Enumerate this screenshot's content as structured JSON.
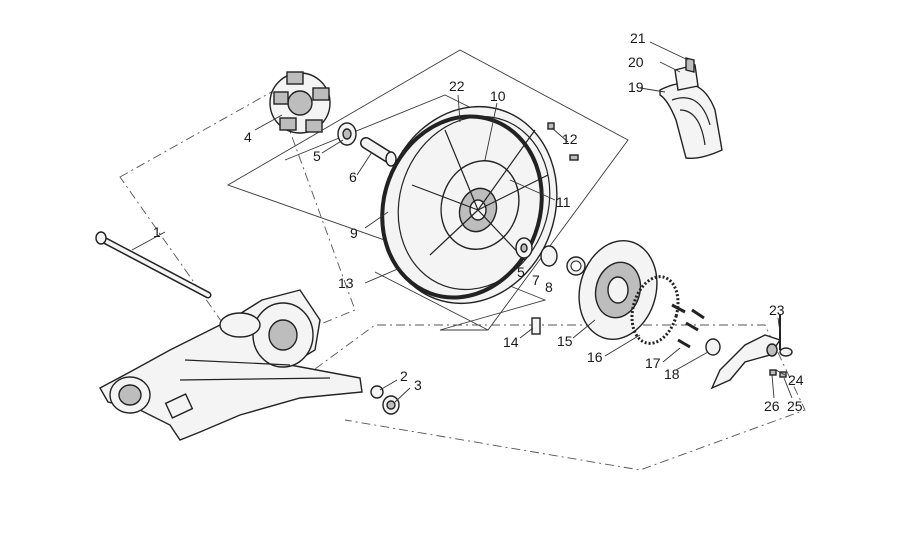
{
  "diagram": {
    "callouts": [
      {
        "id": "1",
        "text": "1"
      },
      {
        "id": "2",
        "text": "2"
      },
      {
        "id": "3",
        "text": "3"
      },
      {
        "id": "4",
        "text": "4"
      },
      {
        "id": "5a",
        "text": "5"
      },
      {
        "id": "5b",
        "text": "5"
      },
      {
        "id": "6",
        "text": "6"
      },
      {
        "id": "7",
        "text": "7"
      },
      {
        "id": "8",
        "text": "8"
      },
      {
        "id": "9",
        "text": "9"
      },
      {
        "id": "10",
        "text": "10"
      },
      {
        "id": "11",
        "text": "11"
      },
      {
        "id": "12",
        "text": "12"
      },
      {
        "id": "13",
        "text": "13"
      },
      {
        "id": "14",
        "text": "14"
      },
      {
        "id": "15",
        "text": "15"
      },
      {
        "id": "16",
        "text": "16"
      },
      {
        "id": "17",
        "text": "17"
      },
      {
        "id": "18",
        "text": "18"
      },
      {
        "id": "19",
        "text": "19"
      },
      {
        "id": "20",
        "text": "20"
      },
      {
        "id": "21",
        "text": "21"
      },
      {
        "id": "22",
        "text": "22"
      },
      {
        "id": "23",
        "text": "23"
      },
      {
        "id": "24",
        "text": "24"
      },
      {
        "id": "25",
        "text": "25"
      },
      {
        "id": "26",
        "text": "26"
      }
    ]
  }
}
